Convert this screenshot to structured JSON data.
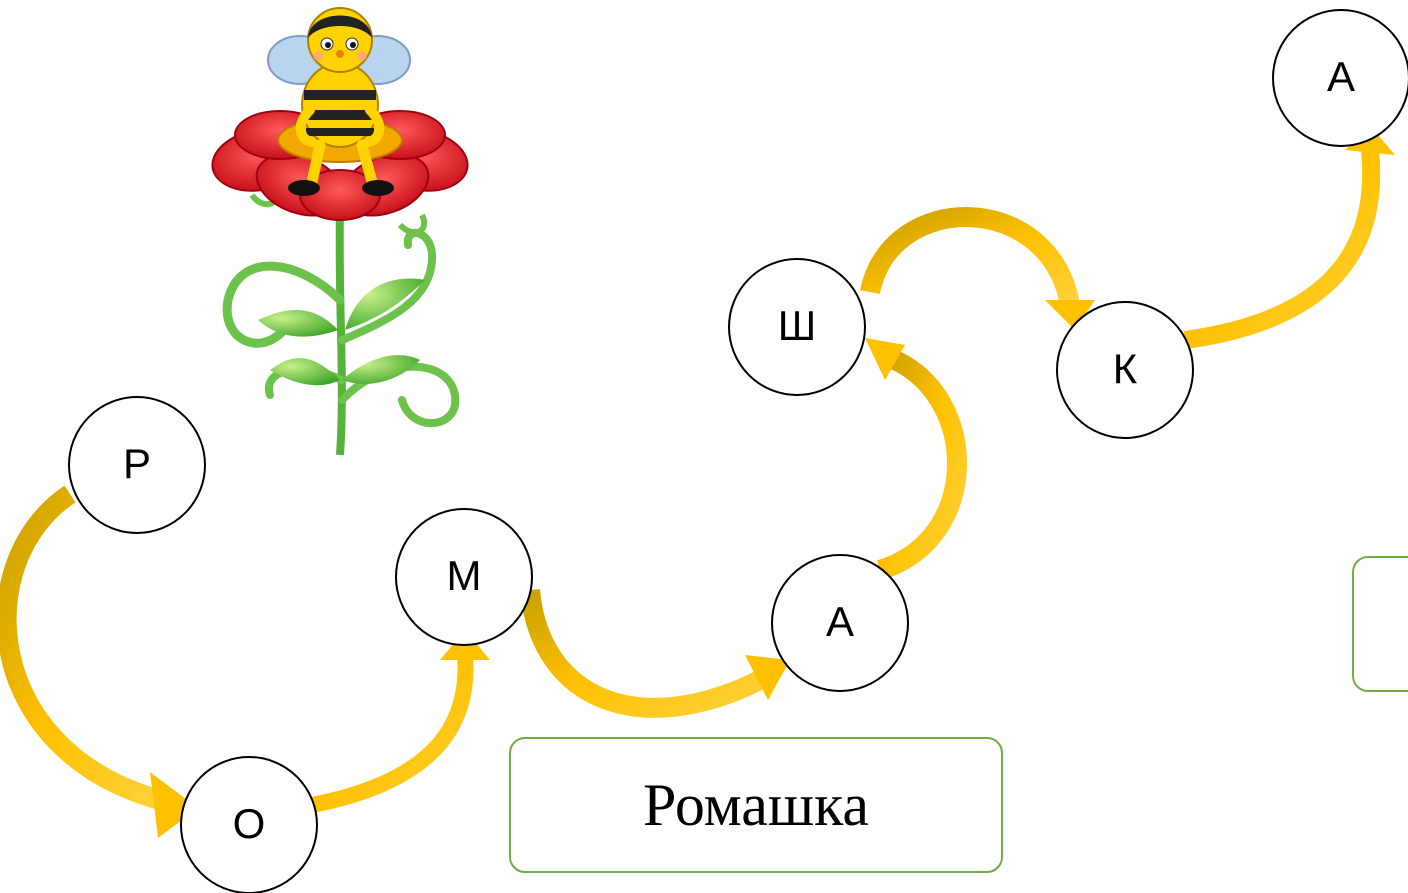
{
  "letters": [
    {
      "id": "r",
      "text": "Р"
    },
    {
      "id": "o",
      "text": "О"
    },
    {
      "id": "m",
      "text": "М"
    },
    {
      "id": "a1",
      "text": "А"
    },
    {
      "id": "sh",
      "text": "Ш"
    },
    {
      "id": "k",
      "text": "К"
    },
    {
      "id": "a2",
      "text": "А"
    }
  ],
  "answer": {
    "word": "Ромашка"
  },
  "colors": {
    "arrow": "#ffc000",
    "arrow_shade": "#c09000",
    "box_border": "#70ad47"
  },
  "illustration": {
    "icon": "bee-on-flower-icon"
  }
}
